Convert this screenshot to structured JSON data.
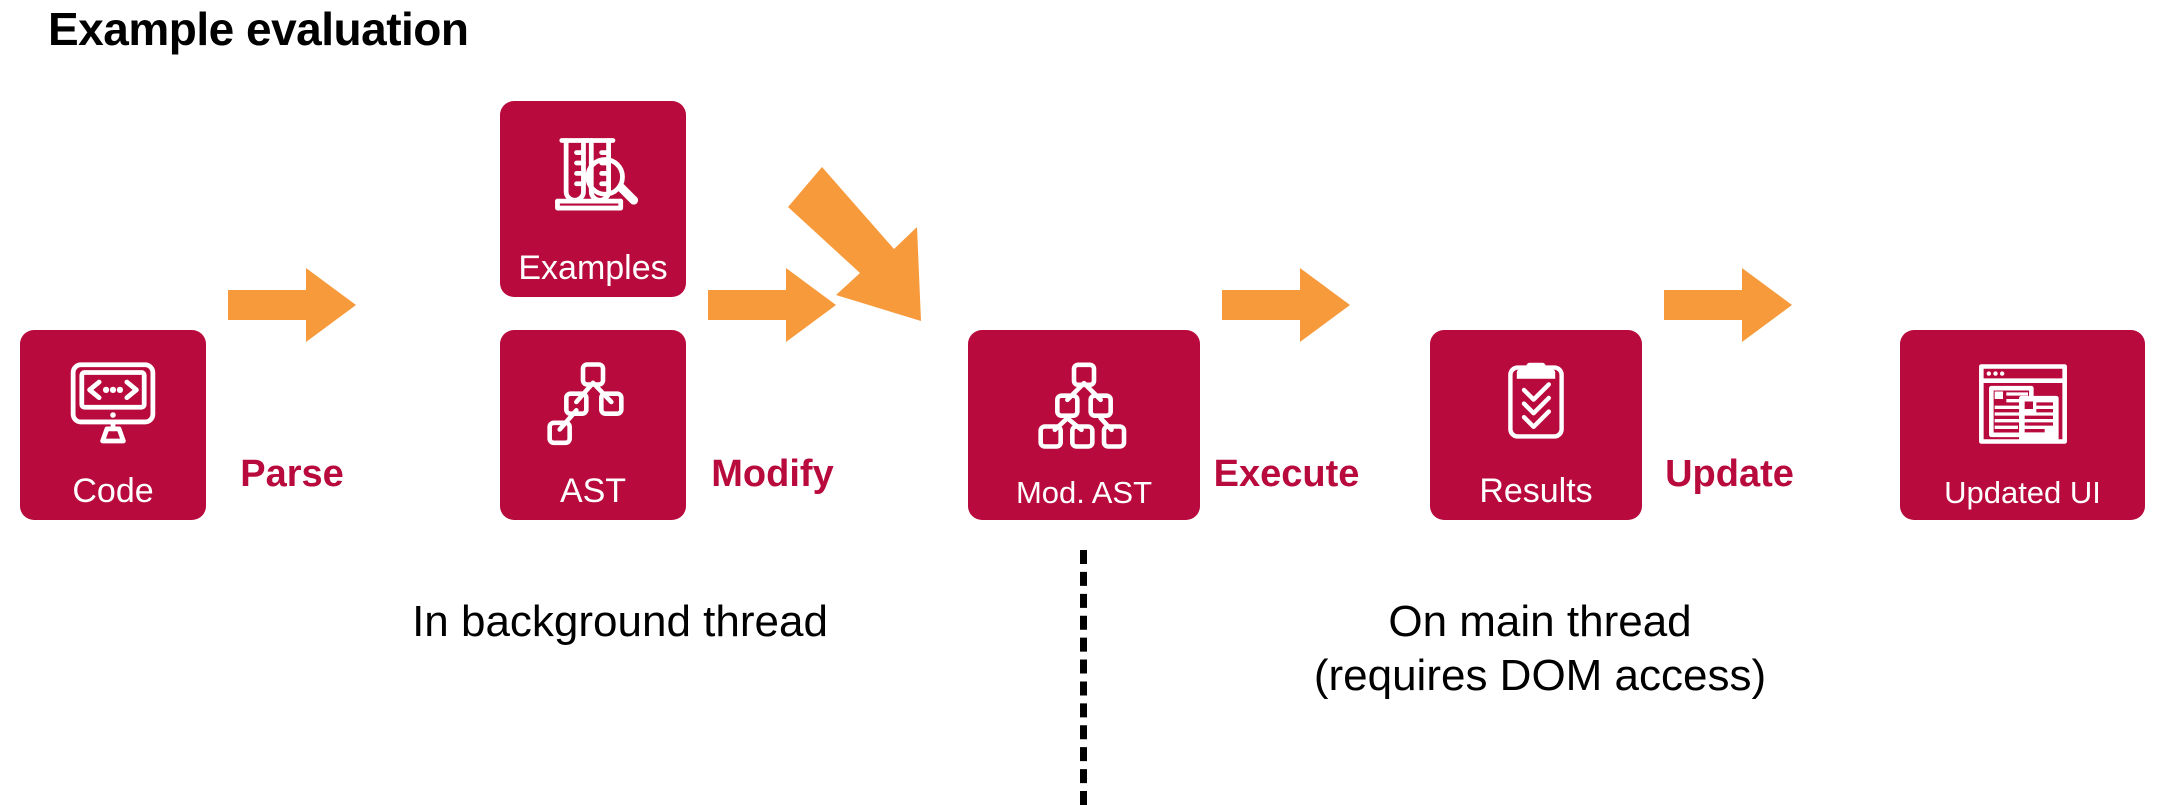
{
  "title": "Example evaluation",
  "colors": {
    "node_crimson": "#B80A3C",
    "arrow_orange": "#F79A3C",
    "label_crimson": "#B80A3C",
    "text_black": "#000000",
    "background": "#FFFFFF"
  },
  "nodes": [
    {
      "id": "code",
      "label": "Code",
      "icon": "monitor-code-icon"
    },
    {
      "id": "examples",
      "label": "Examples",
      "icon": "test-tubes-magnifier-icon"
    },
    {
      "id": "ast",
      "label": "AST",
      "icon": "tree-small-icon"
    },
    {
      "id": "modast",
      "label": "Mod. AST",
      "icon": "tree-large-icon"
    },
    {
      "id": "results",
      "label": "Results",
      "icon": "clipboard-checklist-icon"
    },
    {
      "id": "ui",
      "label": "Updated UI",
      "icon": "browser-window-icon"
    }
  ],
  "arrows": [
    {
      "id": "parse",
      "label": "Parse",
      "from": "code",
      "to": "ast",
      "direction": "right"
    },
    {
      "id": "feed",
      "label": "",
      "from": "examples",
      "to": "modast",
      "direction": "down-right"
    },
    {
      "id": "modify",
      "label": "Modify",
      "from": "ast",
      "to": "modast",
      "direction": "right"
    },
    {
      "id": "execute",
      "label": "Execute",
      "from": "modast",
      "to": "results",
      "direction": "right"
    },
    {
      "id": "update",
      "label": "Update",
      "from": "results",
      "to": "ui",
      "direction": "right"
    }
  ],
  "captions": {
    "background_thread": "In background thread",
    "main_thread_line1": "On main thread",
    "main_thread_line2": "(requires DOM access)"
  },
  "divider": {
    "style": "dashed-vertical"
  }
}
